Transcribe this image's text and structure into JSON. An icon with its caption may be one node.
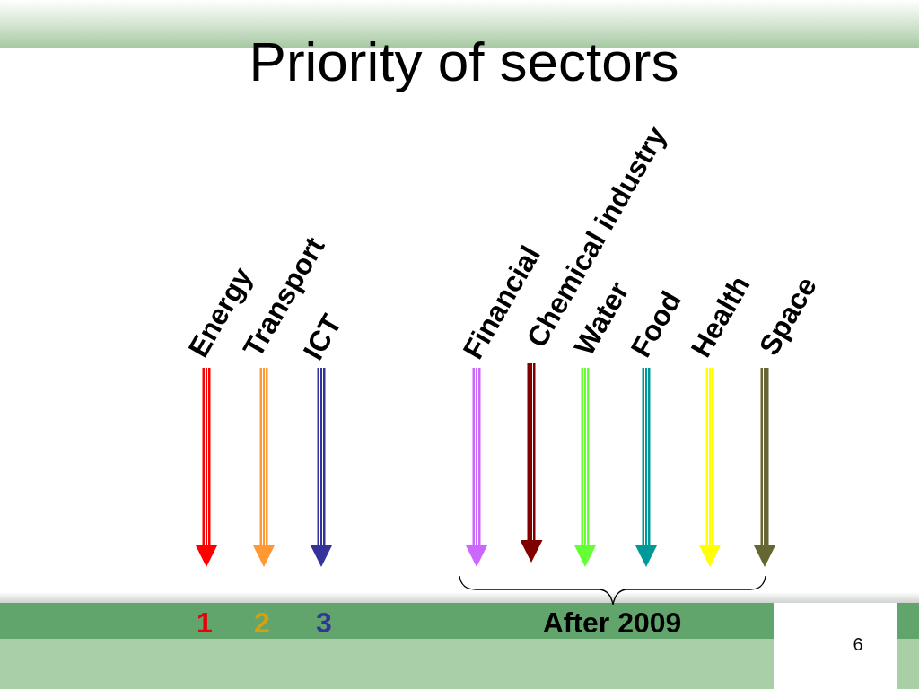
{
  "diagram": {
    "title": "Priority of sectors",
    "nodes": [
      {
        "text": [
          "Energy"
        ]
      },
      {
        "text": [
          "Transport"
        ]
      },
      {
        "text": [
          "ICT"
        ]
      },
      {
        "text": [
          "Financial"
        ]
      },
      {
        "text": [
          "Chemical industry"
        ]
      },
      {
        "text": [
          "Water"
        ]
      },
      {
        "text": [
          "Food"
        ]
      },
      {
        "text": [
          "Health"
        ]
      },
      {
        "text": [
          "Space"
        ]
      }
    ],
    "edges": [
      {
        "from": 0,
        "to": null,
        "arrow": "to",
        "color": "#ff0000"
      },
      {
        "from": 1,
        "to": null,
        "arrow": "to",
        "color": "#ff9933"
      },
      {
        "from": 2,
        "to": null,
        "arrow": "to",
        "color": "#333399"
      },
      {
        "from": 3,
        "to": null,
        "arrow": "to",
        "color": "#cc66ff"
      },
      {
        "from": 4,
        "to": null,
        "arrow": "to",
        "color": "#800000"
      },
      {
        "from": 5,
        "to": null,
        "arrow": "to",
        "color": "#66ff33"
      },
      {
        "from": 6,
        "to": null,
        "arrow": "to",
        "color": "#009999"
      },
      {
        "from": 7,
        "to": null,
        "arrow": "to",
        "color": "#ffff00"
      },
      {
        "from": 8,
        "to": null,
        "arrow": "to",
        "color": "#666633"
      }
    ],
    "labels": [
      "1",
      "2",
      "3",
      "After 2009",
      "6"
    ]
  }
}
